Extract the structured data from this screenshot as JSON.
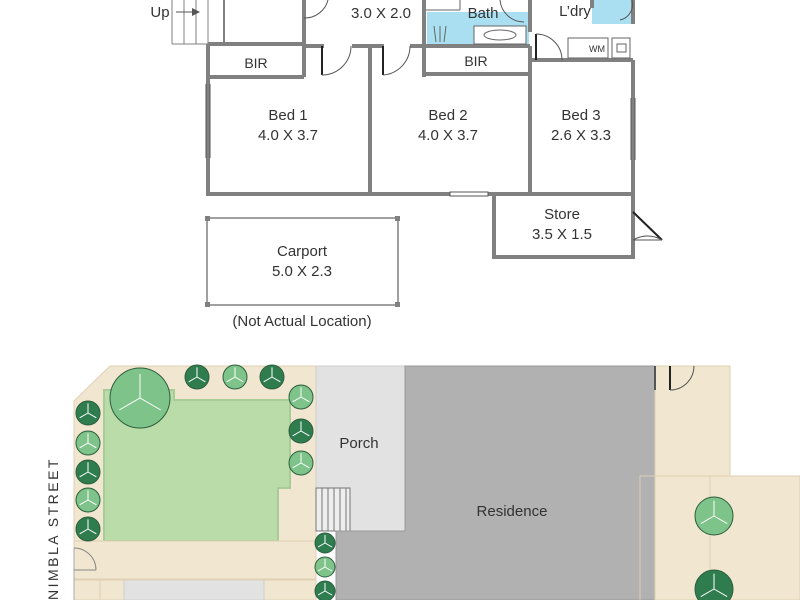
{
  "floor_plan": {
    "stairs_label": "Up",
    "rooms": {
      "hall": {
        "dims": "3.0 X 2.0"
      },
      "bath": {
        "name": "Bath"
      },
      "laundry": {
        "name": "L’dry",
        "appliance": "WM"
      },
      "bir_left": {
        "name": "BIR"
      },
      "bir_right": {
        "name": "BIR"
      },
      "bed1": {
        "name": "Bed 1",
        "dims": "4.0 X 3.7"
      },
      "bed2": {
        "name": "Bed 2",
        "dims": "4.0 X 3.7"
      },
      "bed3": {
        "name": "Bed 3",
        "dims": "2.6 X 3.3"
      },
      "store": {
        "name": "Store",
        "dims": "3.5 X 1.5"
      }
    },
    "carport": {
      "name": "Carport",
      "dims": "5.0 X 2.3",
      "note": "(Not Actual Location)"
    }
  },
  "site_plan": {
    "street": "NIMBLA STREET",
    "porch": "Porch",
    "residence": "Residence"
  },
  "colors": {
    "wall": "#808080",
    "lawn": "#b9dca8",
    "lawn_border": "#a8cc98",
    "paving": "#f1e6cf",
    "porch": "#e2e2e2",
    "residence": "#b1b1b1",
    "tree_dark": "#2f7d4f",
    "tree_light": "#7ec38a",
    "tile": "#a9dff0"
  }
}
